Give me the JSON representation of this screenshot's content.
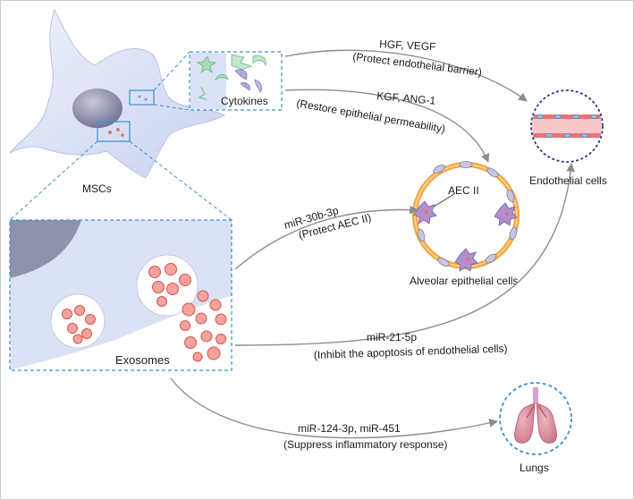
{
  "labels": {
    "mscs": "MSCs",
    "cytokines": "Cytokines",
    "exosomes": "Exosomes",
    "endothelial_cells": "Endothelial cells",
    "aec2": "AEC II",
    "alveolar_epithelial_cells": "Alveolar epithelial cells",
    "lungs": "Lungs"
  },
  "pathways": [
    {
      "factors": "HGF, VEGF",
      "effect": "(Protect endothelial barrier)"
    },
    {
      "factors": "KGF, ANG-1",
      "effect": "(Restore epithelial permeability)"
    },
    {
      "factors": "miR-30b-3p",
      "effect": "(Protect AEC II)"
    },
    {
      "factors": "miR-21-5p",
      "effect": "(Inhibit the apoptosis of endothelial cells)"
    },
    {
      "factors": "miR-124-3p, miR-451",
      "effect": "(Suppress inflammatory response)"
    }
  ],
  "colors": {
    "dashed_border": "#3b8fd0",
    "arrow": "#8c8c8c",
    "cell_fill": "#d7def5",
    "exosome": "#e8706a",
    "vessel": "#e9737a",
    "alveolus_ring": "#f0a640",
    "lung": "#d98f9f",
    "endothelial_circle": "#243c8c"
  }
}
